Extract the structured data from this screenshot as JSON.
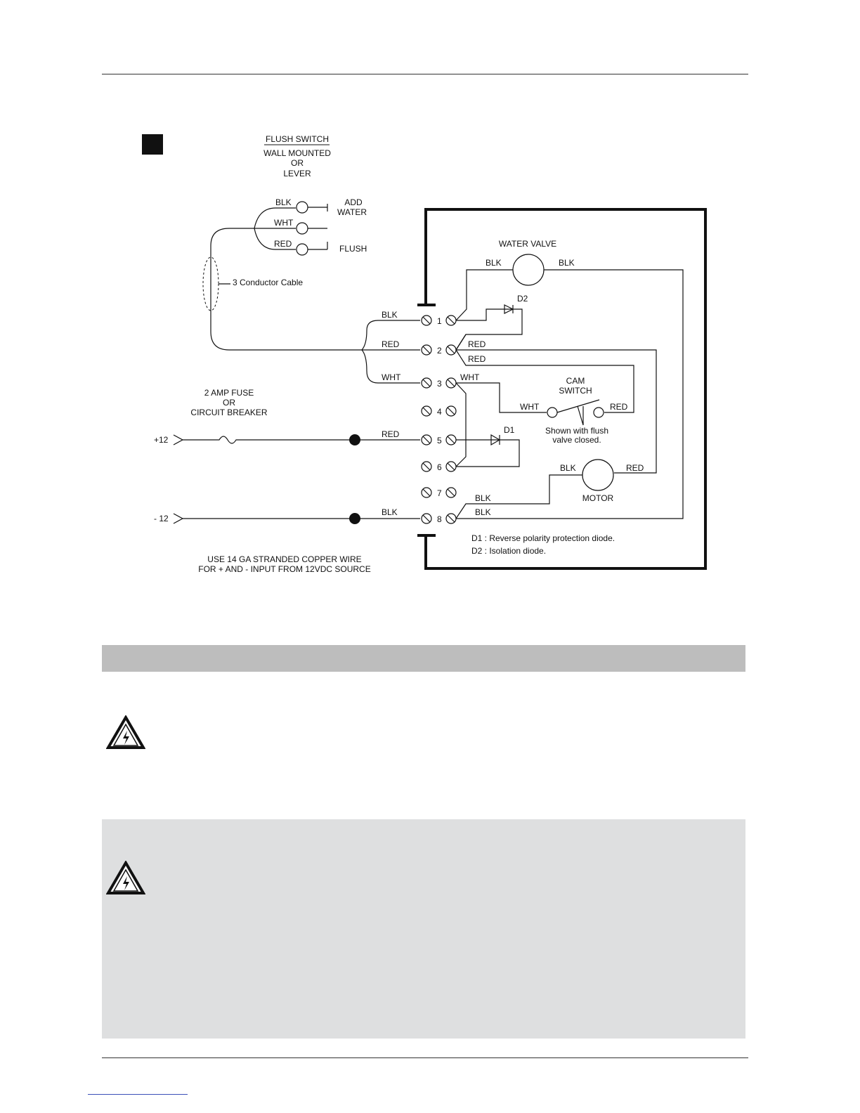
{
  "colors": {
    "rule": "#333333",
    "band": "#bdbdbd",
    "note_box": "#dedfe0",
    "ink": "#111111",
    "link": "#3b4fb8"
  },
  "diagram": {
    "flush_switch": {
      "title": "FLUSH SWITCH",
      "line1": "WALL MOUNTED",
      "line2": "OR",
      "line3": "LEVER"
    },
    "switch_wires": {
      "blk": "BLK",
      "wht": "WHT",
      "red": "RED"
    },
    "add_water": [
      "ADD",
      "WATER"
    ],
    "flush": "FLUSH",
    "cable": "3 Conductor Cable",
    "water_valve": "WATER VALVE",
    "valve_left": "BLK",
    "valve_right": "BLK",
    "d2": "D2",
    "d1": "D1",
    "t1_in": "BLK",
    "t2_in": "RED",
    "t3_in": "WHT",
    "t5_in": "RED",
    "t8_in": "BLK",
    "t2_out_a": "RED",
    "t2_out_b": "RED",
    "t3_out": "WHT",
    "cam_switch": [
      "CAM",
      "SWITCH"
    ],
    "cam_wht": "WHT",
    "cam_red": "RED",
    "cam_note": [
      "Shown with flush",
      "valve closed."
    ],
    "fuse": [
      "2 AMP FUSE",
      "OR",
      "CIRCUIT BREAKER"
    ],
    "plus12": "+12",
    "minus12": "- 12",
    "motor": "MOTOR",
    "motor_blk": "BLK",
    "motor_red": "RED",
    "t8_out_a": "BLK",
    "t8_out_b": "BLK",
    "terminals": [
      "1",
      "2",
      "3",
      "4",
      "5",
      "6",
      "7",
      "8"
    ],
    "legend_d1": "D1 :  Reverse polarity protection diode.",
    "legend_d2": "D2 :  Isolation diode.",
    "wire_note": [
      "USE 14 GA STRANDED COPPER WIRE",
      "FOR + AND - INPUT FROM 12VDC SOURCE"
    ]
  }
}
